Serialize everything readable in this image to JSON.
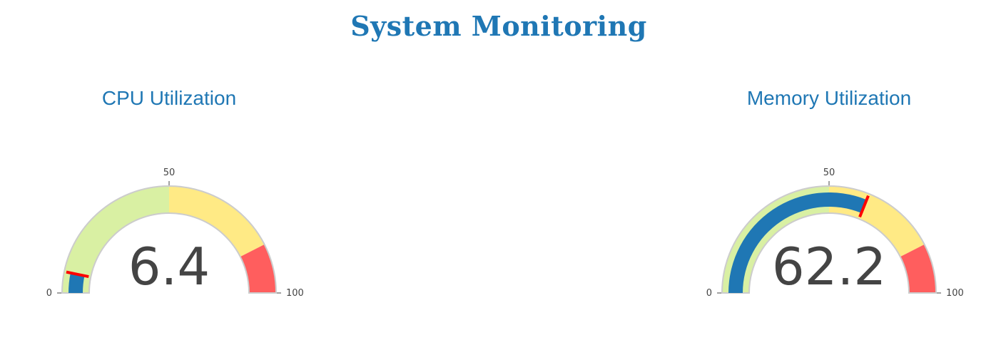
{
  "title": "System Monitoring",
  "colors": {
    "title": "#1f77b4",
    "bar": "#1f77b4",
    "threshold": "#ff0000",
    "range_low": "#d9f0a3",
    "range_mid": "#ffea85",
    "range_high": "#ff5e5e",
    "border": "#cccccc"
  },
  "chart_data": [
    {
      "type": "gauge",
      "title": "CPU Utilization",
      "value": 6.4,
      "range": [
        0,
        100
      ],
      "ticks": [
        "0",
        "50",
        "100"
      ],
      "steps": [
        {
          "range": [
            0,
            50
          ],
          "color": "#d9f0a3"
        },
        {
          "range": [
            50,
            85
          ],
          "color": "#ffea85"
        },
        {
          "range": [
            85,
            100
          ],
          "color": "#ff5e5e"
        }
      ],
      "threshold": 6.4
    },
    {
      "type": "gauge",
      "title": "Memory Utilization",
      "value": 62.2,
      "range": [
        0,
        100
      ],
      "ticks": [
        "0",
        "50",
        "100"
      ],
      "steps": [
        {
          "range": [
            0,
            50
          ],
          "color": "#d9f0a3"
        },
        {
          "range": [
            50,
            85
          ],
          "color": "#ffea85"
        },
        {
          "range": [
            85,
            100
          ],
          "color": "#ff5e5e"
        }
      ],
      "threshold": 62.2
    }
  ]
}
